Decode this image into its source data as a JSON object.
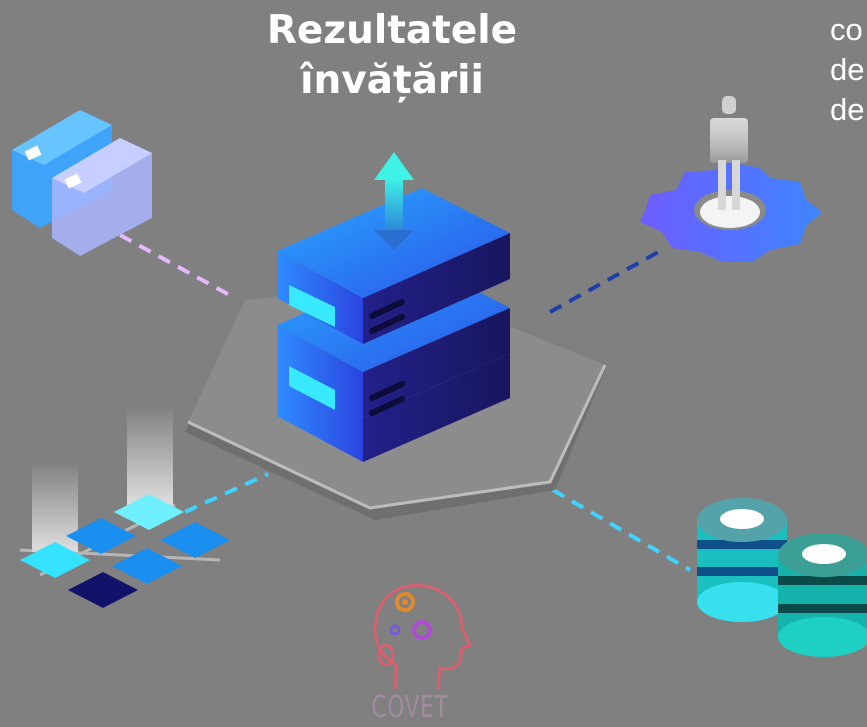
{
  "title": {
    "line1": "Rezultatele",
    "line2": "învățării"
  },
  "side_text": [
    "...",
    "co",
    "de",
    "de"
  ],
  "logo": {
    "text": "COVET"
  },
  "icons": [
    "server-stack-icon",
    "up-down-arrow-icon",
    "gear-person-icon",
    "database-icon",
    "cards-icon",
    "chip-grid-icon",
    "head-gears-icon"
  ],
  "colors": {
    "background": "#808080",
    "platform": "#8f8f8f",
    "server_blue": "#2f6bff",
    "server_dark": "#1d1a6b",
    "accent_cyan": "#35e3ff",
    "gear_blue": "#5a74ff",
    "db_teal": "#1abfbf"
  }
}
